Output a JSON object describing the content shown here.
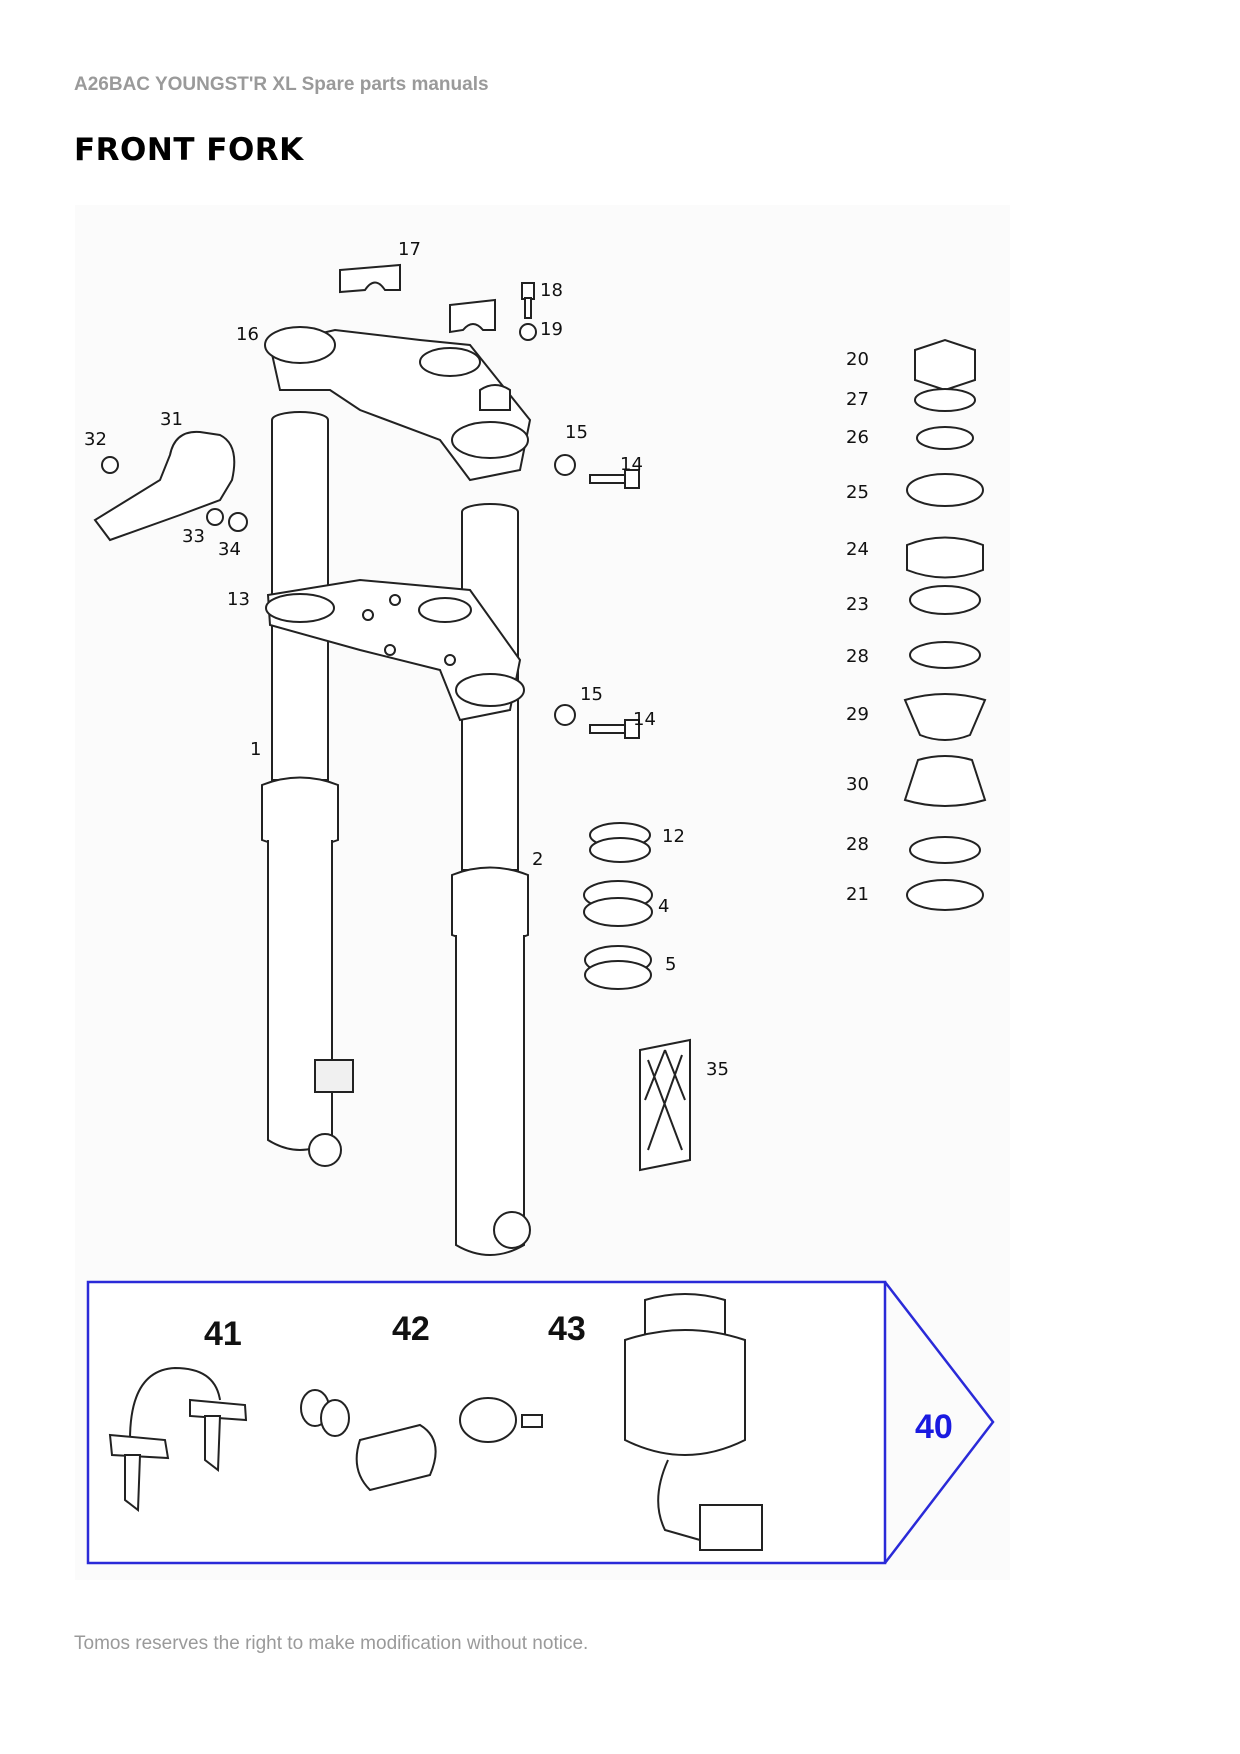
{
  "header": {
    "doc_title": "A26BAC YOUNGST'R XL  Spare parts manuals"
  },
  "page": {
    "title": "FRONT FORK"
  },
  "footer": {
    "notice": "Tomos reserves the right to make modification without notice."
  },
  "part_labels": {
    "p1": "1",
    "p2": "2",
    "p4": "4",
    "p5": "5",
    "p12": "12",
    "p13": "13",
    "p14a": "14",
    "p14b": "14",
    "p15a": "15",
    "p15b": "15",
    "p16": "16",
    "p17": "17",
    "p18": "18",
    "p19": "19",
    "p20": "20",
    "p21": "21",
    "p23": "23",
    "p24": "24",
    "p25": "25",
    "p26": "26",
    "p27": "27",
    "p28a": "28",
    "p28b": "28",
    "p29": "29",
    "p30": "30",
    "p31": "31",
    "p32": "32",
    "p33": "33",
    "p34": "34",
    "p35": "35"
  },
  "kit": {
    "label41": "41",
    "label42": "42",
    "label43": "43",
    "ref": "40",
    "border_color": "#2a2ad8",
    "ref_color": "#1a1ae0"
  }
}
